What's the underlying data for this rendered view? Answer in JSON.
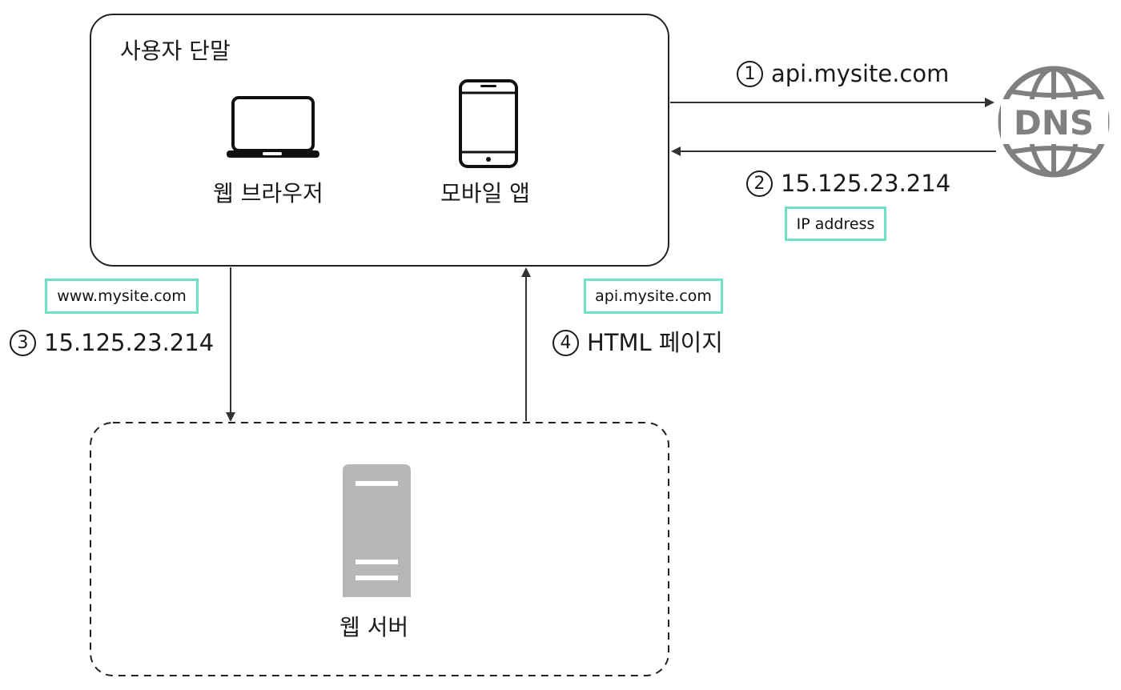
{
  "client_group": {
    "title": "사용자 단말",
    "browser_label": "웹 브라우저",
    "mobile_label": "모바일 앱"
  },
  "server_group": {
    "label": "웹 서버"
  },
  "dns": {
    "icon_text": "DNS"
  },
  "steps": [
    {
      "num": "1",
      "text": "api.mysite.com"
    },
    {
      "num": "2",
      "text": "15.125.23.214"
    },
    {
      "num": "3",
      "text": "15.125.23.214"
    },
    {
      "num": "4",
      "text": "HTML 페이지"
    }
  ],
  "tags": {
    "ip_address": "IP address",
    "www": "www.mysite.com",
    "api": "api.mysite.com"
  },
  "colors": {
    "tag_border": "#6fe0c3",
    "line": "#333333",
    "server_gray": "#b7b7b9",
    "dns_gray": "#808080"
  }
}
